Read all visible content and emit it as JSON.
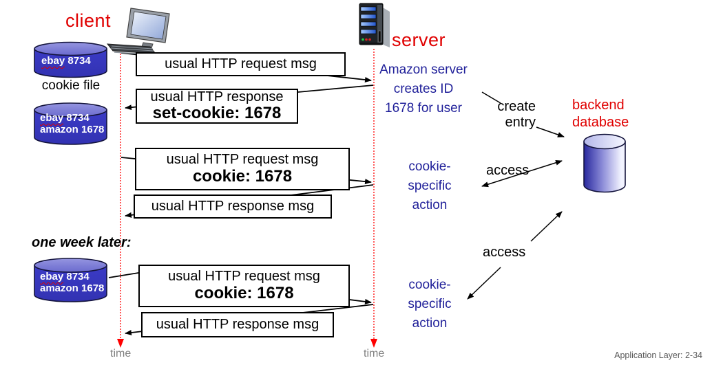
{
  "header": {
    "client_label": "client",
    "server_label": "server"
  },
  "client_side": {
    "cookie_file_caption": "cookie file",
    "one_week_later": "one week later:",
    "time_label": "time"
  },
  "server_side": {
    "note": "Amazon server\ncreates ID\n1678 for user",
    "time_label": "time"
  },
  "cookie_files": [
    {
      "rows": [
        {
          "flagged": "ebay",
          "rest": " 8734"
        }
      ]
    },
    {
      "rows": [
        {
          "flagged": "ebay",
          "rest": " 8734"
        },
        {
          "text": "amazon 1678"
        }
      ]
    },
    {
      "rows": [
        {
          "flagged": "ebay",
          "rest": " 8734"
        },
        {
          "text": "amazon 1678"
        }
      ]
    }
  ],
  "messages": [
    {
      "line1": "usual HTTP request msg"
    },
    {
      "line1": "usual HTTP response",
      "line2": "set-cookie: 1678"
    },
    {
      "line1": "usual HTTP request msg",
      "line2": "cookie: 1678"
    },
    {
      "line1": "usual HTTP response msg"
    },
    {
      "line1": "usual HTTP request msg",
      "line2": "cookie: 1678"
    },
    {
      "line1": "usual HTTP response msg"
    }
  ],
  "backend": {
    "label": "backend\ndatabase",
    "create_entry": "create\nentry",
    "access_top": "access",
    "access_bottom": "access"
  },
  "actions": {
    "cookie_action_top": "cookie-\nspecific\naction",
    "cookie_action_bottom": "cookie-\nspecific\naction"
  },
  "footer": {
    "slide_label": "Application Layer: 2-34"
  },
  "colors": {
    "label_red": "#e00000",
    "text_navy": "#1f1f99",
    "timeline_red": "#ff0000",
    "muted_gray": "#808080",
    "footer_gray": "#595959",
    "cylinder_blue": "#3838c0"
  }
}
